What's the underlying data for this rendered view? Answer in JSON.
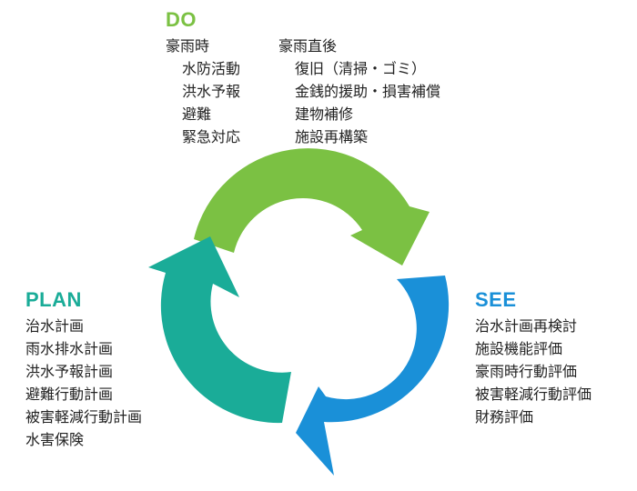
{
  "colors": {
    "do": "#7bc143",
    "plan": "#1aac98",
    "see": "#1a90d8",
    "text": "#222222"
  },
  "do": {
    "heading": "DO",
    "left": {
      "title": "豪雨時",
      "items": [
        "水防活動",
        "洪水予報",
        "避難",
        "緊急対応"
      ]
    },
    "right": {
      "title": "豪雨直後",
      "items": [
        "復旧（清掃・ゴミ）",
        "金銭的援助・損害補償",
        "建物補修",
        "施設再構築"
      ]
    }
  },
  "plan": {
    "heading": "PLAN",
    "items": [
      "治水計画",
      "雨水排水計画",
      "洪水予報計画",
      "避難行動計画",
      "被害軽減行動計画",
      "水害保険"
    ]
  },
  "see": {
    "heading": "SEE",
    "items": [
      "治水計画再検討",
      "施設機能評価",
      "豪雨時行動評価",
      "被害軽減行動評価",
      "財務評価"
    ]
  }
}
